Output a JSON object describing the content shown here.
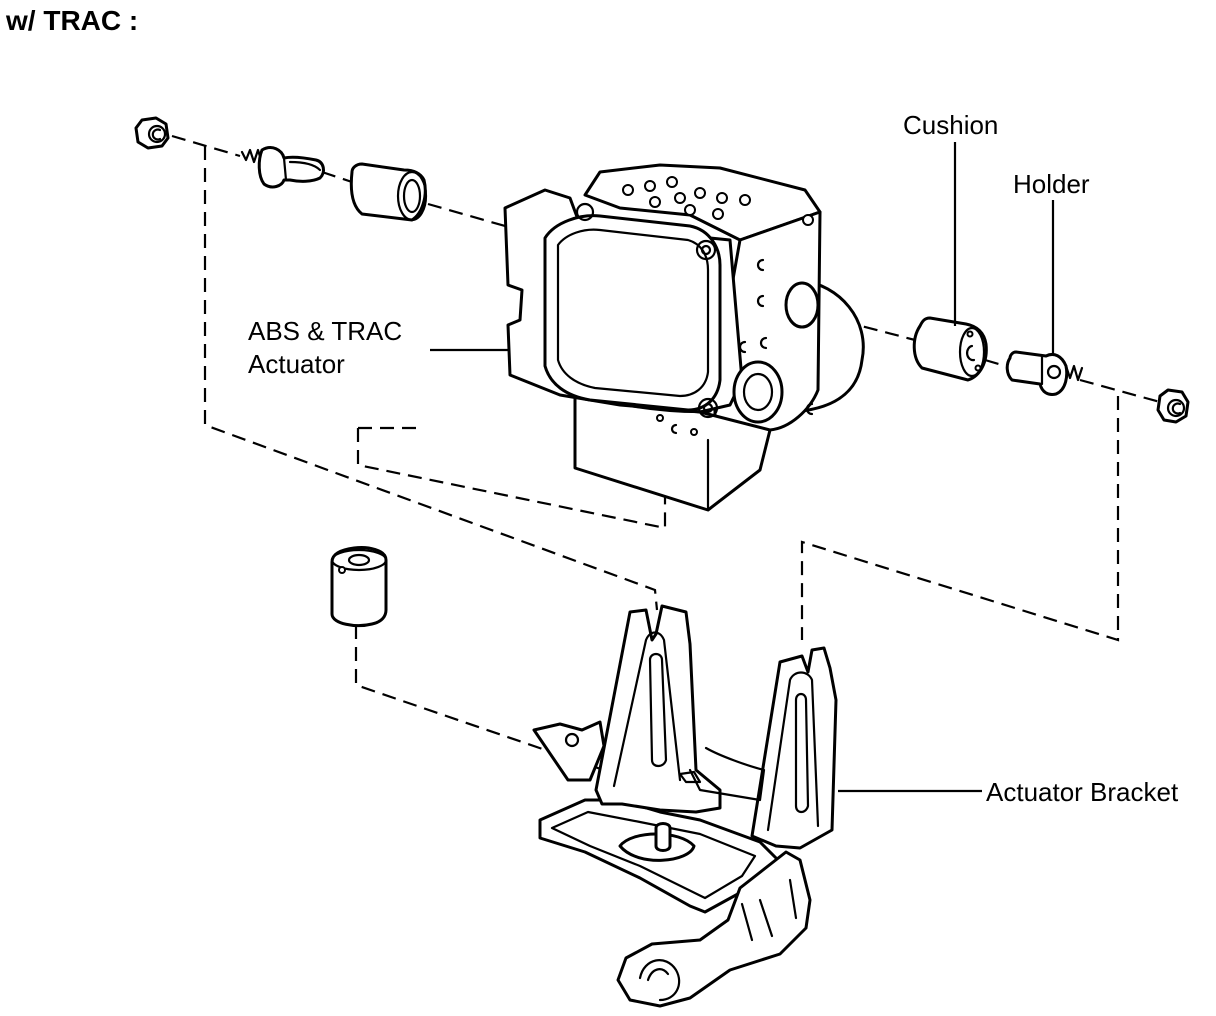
{
  "title": "w/ TRAC :",
  "labels": {
    "cushion": "Cushion",
    "holder": "Holder",
    "actuator_line1": "ABS & TRAC",
    "actuator_line2": "Actuator",
    "bracket": "Actuator Bracket"
  },
  "colors": {
    "ink": "#000000",
    "paper": "#ffffff"
  }
}
